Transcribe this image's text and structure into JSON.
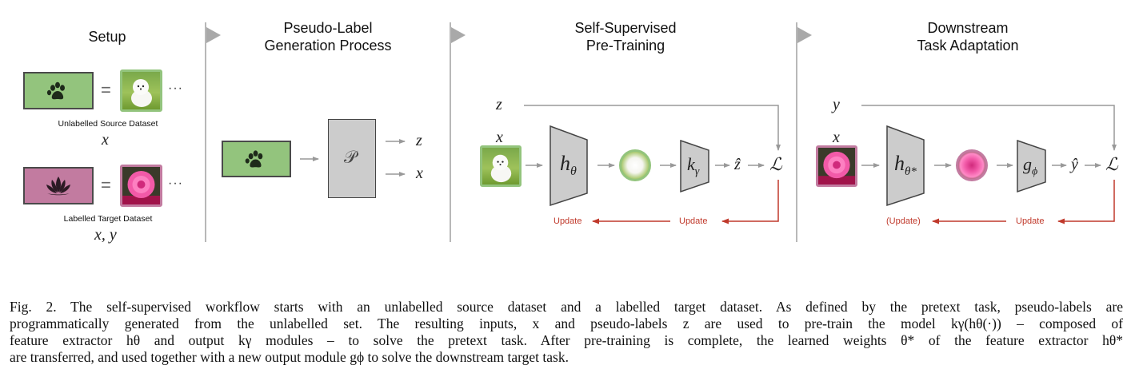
{
  "panels": {
    "setup": {
      "title": "Setup",
      "source": {
        "label": "Unlabelled Source Dataset",
        "var": "x",
        "icon": "paw-icon",
        "color": "#93c47d",
        "equals": "=",
        "ellipsis": "···"
      },
      "target": {
        "label": "Labelled Target Dataset",
        "var": "x, y",
        "icon": "lotus-icon",
        "color": "#c27ba0",
        "equals": "=",
        "ellipsis": "···"
      }
    },
    "pseudo_label": {
      "title_line1": "Pseudo-Label",
      "title_line2": "Generation Process",
      "process_symbol": "𝒫",
      "outputs": [
        "z",
        "x"
      ]
    },
    "pretraining": {
      "title_line1": "Self-Supervised",
      "title_line2": "Pre-Training",
      "label_input": "z",
      "image_input": "x",
      "extractor": "h",
      "extractor_sub": "θ",
      "head": "k",
      "head_sub": "γ",
      "prediction": "ẑ",
      "loss": "ℒ",
      "update_right": "Update",
      "update_left": "Update"
    },
    "downstream": {
      "title_line1": "Downstream",
      "title_line2": "Task Adaptation",
      "label_input": "y",
      "image_input": "x",
      "extractor": "h",
      "extractor_sub": "θ*",
      "head": "g",
      "head_sub": "ϕ",
      "prediction": "ŷ",
      "loss": "ℒ",
      "update_right": "Update",
      "update_left": "(Update)"
    }
  },
  "colors": {
    "source_green": "#93c47d",
    "target_pink": "#c27ba0",
    "module_gray": "#cccccc",
    "update_red": "#c0392b",
    "arrow_gray": "#999999"
  },
  "caption": {
    "lines": [
      "Fig. 2.  The self-supervised workflow starts with an unlabelled source dataset and a labelled target dataset. As defined by the pretext task, pseudo-labels are",
      "programmatically generated from the unlabelled set. The resulting inputs, x and pseudo-labels z are used to pre-train the model kγ(hθ(·)) – composed of",
      "feature extractor hθ and output kγ modules – to solve the pretext task. After pre-training is complete, the learned weights θ* of the feature extractor hθ*",
      "are transferred, and used together with a new output module gϕ to solve the downstream target task."
    ]
  }
}
